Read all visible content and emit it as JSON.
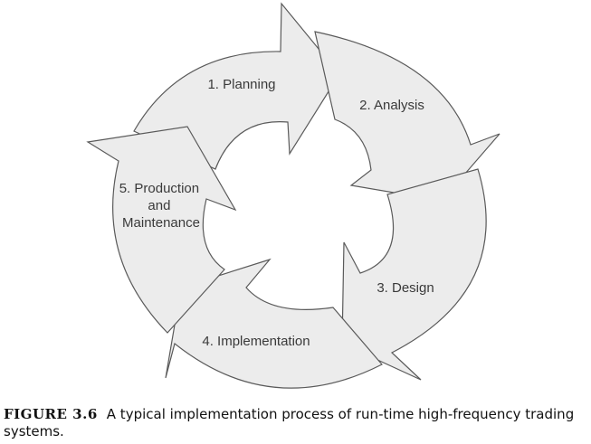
{
  "diagram": {
    "steps": [
      {
        "label_lines": [
          "1. Planning"
        ]
      },
      {
        "label_lines": [
          "2. Analysis"
        ]
      },
      {
        "label_lines": [
          "3. Design"
        ]
      },
      {
        "label_lines": [
          "4. Implementation"
        ]
      },
      {
        "label_lines": [
          "5. Production",
          "and",
          "Maintenance"
        ]
      }
    ]
  },
  "caption": {
    "figure_label": "FIGURE 3.6",
    "text": "A typical implementation process of run-time high-frequency trading systems."
  }
}
